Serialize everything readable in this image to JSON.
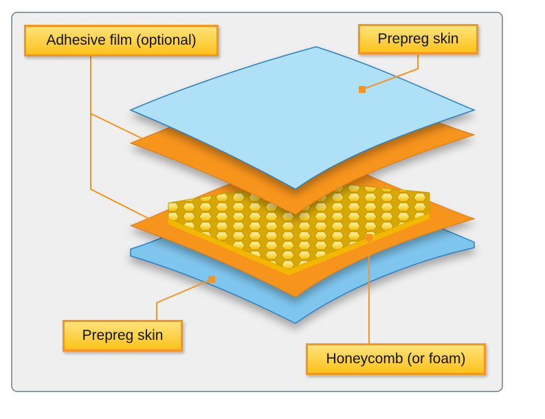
{
  "labels": {
    "adhesive": "Adhesive film (optional)",
    "prepreg_top": "Prepreg skin",
    "prepreg_bottom": "Prepreg skin",
    "honeycomb": "Honeycomb (or foam)"
  },
  "colors": {
    "skin": "#a9ddf7",
    "skin_edge": "#3a8fd0",
    "adhesive": "#f7941d",
    "honeycomb": "#f9d423",
    "border": "#f7941d"
  }
}
